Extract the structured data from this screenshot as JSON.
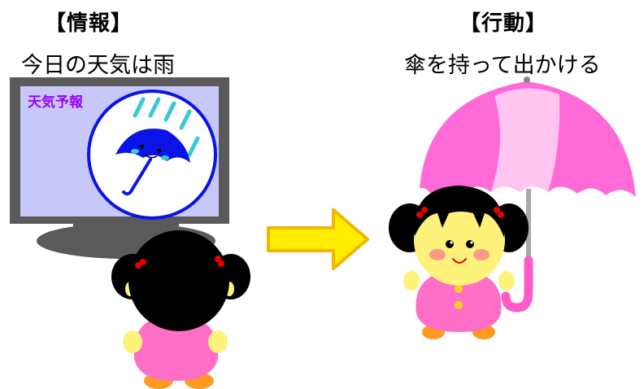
{
  "left": {
    "heading": "【情報】",
    "caption": "今日の天気は雨",
    "tv_label": "天気予報"
  },
  "right": {
    "heading": "【行動】",
    "caption": "傘を持って出かける"
  },
  "colors": {
    "tv_frame": "#5a5a5a",
    "tv_screen": "#c8c8f8",
    "tv_label": "#9a00ff",
    "rain": "#38c8d8",
    "umbrella_icon": "#0a14e6",
    "arrow_fill": "#ffee00",
    "arrow_stroke": "#f6b400",
    "girl_dress": "#ff6ec7",
    "umbrella_pink": "#ff6ad9"
  }
}
